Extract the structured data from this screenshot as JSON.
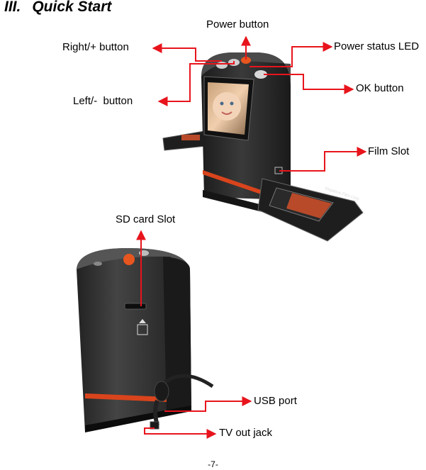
{
  "heading": {
    "number": "III.",
    "title": "Quick Start"
  },
  "labels": {
    "power_button": "Power button",
    "right_plus_button": "Right/+ button",
    "power_status_led": "Power status LED",
    "ok_button": "OK button",
    "left_minus_button": "Left/-  button",
    "film_slot": "Film Slot",
    "sd_card_slot": "SD card Slot",
    "usb_port": "USB port",
    "tv_out_jack": "TV out jack"
  },
  "device_text": {
    "film_holder_text": "Negative Film Only"
  },
  "colors": {
    "callout": "#e8141c",
    "device_body": "#2b2b2b",
    "accent_stripe": "#d9441c",
    "power_button": "#e8561f"
  },
  "page_number": "-7-"
}
